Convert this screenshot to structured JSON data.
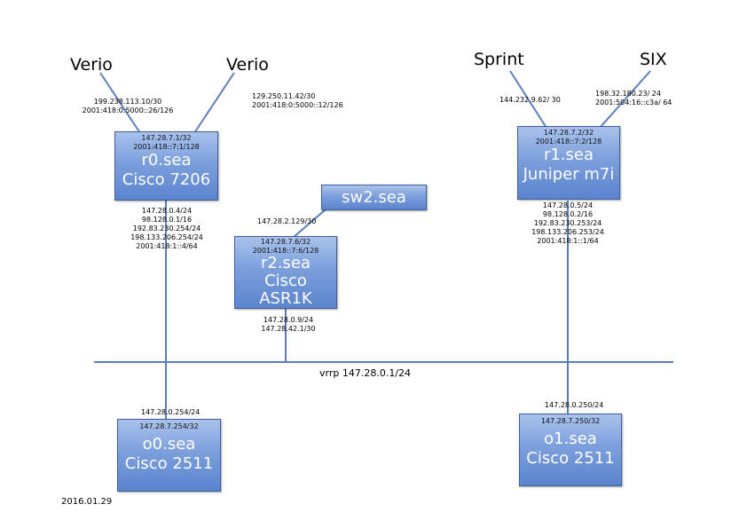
{
  "external": {
    "verio_left": "Verio",
    "verio_right": "Verio",
    "sprint": "Sprint",
    "six": "SIX"
  },
  "link_addrs": {
    "verio_left": [
      "199.238.113.10/30",
      "2001:418:0:5000::26/126"
    ],
    "verio_right": [
      "129.250.11.42/30",
      "2001:418:0:5000::12/126"
    ],
    "sprint": [
      "144.232.9.62/ 30"
    ],
    "six": [
      "198.32.180.23/ 24",
      "2001:504:16::c3a/ 64"
    ],
    "sw2_uplink": "147.28.2.129/30"
  },
  "routers": {
    "r0": {
      "loopback": [
        "147.28.7.1/32",
        "2001:418::7:1/128"
      ],
      "name": "r0.sea",
      "model": "Cisco 7206",
      "lan": [
        "147.28.0.4/24",
        "98.128.0.1/16",
        "192.83.230.254/24",
        "198.133.206.254/24",
        "2001:418:1::4/64"
      ]
    },
    "r1": {
      "loopback": [
        "147.28.7.2/32",
        "2001:418::7:2/128"
      ],
      "name": "r1.sea",
      "model": "Juniper m7i",
      "lan": [
        "147.28.0.5/24",
        "98.128.0.2/16",
        "192.83.230.253/24",
        "198.133.206.253/24",
        "2001:418:1::1/64"
      ]
    },
    "r2": {
      "loopback": [
        "147.28.7.6/32",
        "2001:418::7:6/128"
      ],
      "name": "r2.sea",
      "model_line1": "Cisco",
      "model_line2": "ASR1K",
      "lan": [
        "147.28.0.9/24",
        "147.28.42.1/30"
      ]
    },
    "sw2": {
      "name": "sw2.sea"
    },
    "o0": {
      "lan": "147.28.0.254/24",
      "loopback": "147.28.7.254/32",
      "name": "o0.sea",
      "model": "Cisco 2511"
    },
    "o1": {
      "lan": "147.28.0.250/24",
      "loopback": "147.28.7.250/32",
      "name": "o1.sea",
      "model": "Cisco 2511"
    }
  },
  "segment": {
    "label": "vrrp 147.28.0.1/24"
  },
  "date": "2016.01.29",
  "colors": {
    "box_top": "#a9c2ec",
    "box_bottom": "#5b84cf",
    "box_border": "#3f5f9c",
    "line": "#5a7fc0"
  }
}
